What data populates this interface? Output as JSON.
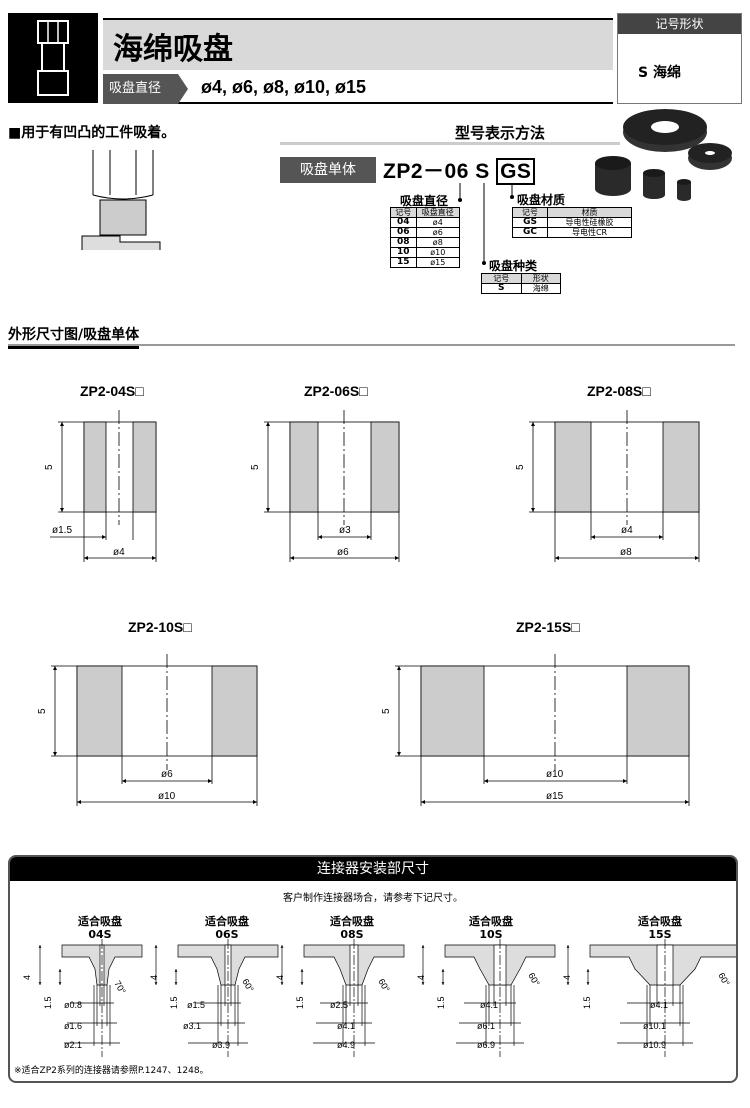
{
  "header": {
    "title": "海绵吸盘",
    "size_label": "吸盘直径",
    "sizes": "ø4, ø6, ø8, ø10, ø15",
    "shape_box": {
      "heading": "记号形状",
      "value": "S 海绵"
    }
  },
  "feature": "■用于有凹凸的工件吸着。",
  "model": {
    "title": "型号表示方法",
    "label": "吸盘单体",
    "code_prefix": "ZP2",
    "code_dash": "－",
    "code_dia": "06",
    "code_type": "S",
    "code_mat": "GS",
    "diameter": {
      "title": "吸盘直径",
      "headers": [
        "记号",
        "吸盘直径"
      ],
      "rows": [
        [
          "04",
          "ø4"
        ],
        [
          "06",
          "ø6"
        ],
        [
          "08",
          "ø8"
        ],
        [
          "10",
          "ø10"
        ],
        [
          "15",
          "ø15"
        ]
      ]
    },
    "material": {
      "title": "吸盘材质",
      "headers": [
        "记号",
        "材质"
      ],
      "rows": [
        [
          "GS",
          "导电性硅橡胶"
        ],
        [
          "GC",
          "导电性CR"
        ]
      ]
    },
    "type": {
      "title": "吸盘种类",
      "headers": [
        "记号",
        "形状"
      ],
      "rows": [
        [
          "S",
          "海绵"
        ]
      ]
    }
  },
  "section_title": "外形尺寸图/吸盘单体",
  "drawings": [
    {
      "model": "ZP2-04S□",
      "height": "5",
      "outer": "ø4",
      "inner": "ø1.5"
    },
    {
      "model": "ZP2-06S□",
      "height": "5",
      "outer": "ø6",
      "inner": "ø3"
    },
    {
      "model": "ZP2-08S□",
      "height": "5",
      "outer": "ø8",
      "inner": "ø4"
    },
    {
      "model": "ZP2-10S□",
      "height": "5",
      "outer": "ø10",
      "inner": "ø6"
    },
    {
      "model": "ZP2-15S□",
      "height": "5",
      "outer": "ø15",
      "inner": "ø10"
    }
  ],
  "connector": {
    "title": "连接器安装部尺寸",
    "note": "客户制作连接器场合，请参考下记尺寸。",
    "fit_label": "适合吸盘",
    "items": [
      {
        "size": "04S",
        "h1": "4",
        "h2": "1.5",
        "angle": "70°",
        "d1": "ø0.8",
        "d2": "ø1.6",
        "d3": "ø2.1"
      },
      {
        "size": "06S",
        "h1": "4",
        "h2": "1.5",
        "angle": "60°",
        "d1": "ø1.5",
        "d2": "ø3.1",
        "d3": "ø3.9"
      },
      {
        "size": "08S",
        "h1": "4",
        "h2": "1.5",
        "angle": "60°",
        "d1": "ø2.5",
        "d2": "ø4.1",
        "d3": "ø4.9"
      },
      {
        "size": "10S",
        "h1": "4",
        "h2": "1.5",
        "angle": "60°",
        "d1": "ø4.1",
        "d2": "ø6.1",
        "d3": "ø6.9"
      },
      {
        "size": "15S",
        "h1": "4",
        "h2": "1.5",
        "angle": "60°",
        "d1": "ø4.1",
        "d2": "ø10.1",
        "d3": "ø10.9"
      }
    ],
    "footnote": "※适合ZP2系列的连接器请参照P.1247、1248。"
  }
}
